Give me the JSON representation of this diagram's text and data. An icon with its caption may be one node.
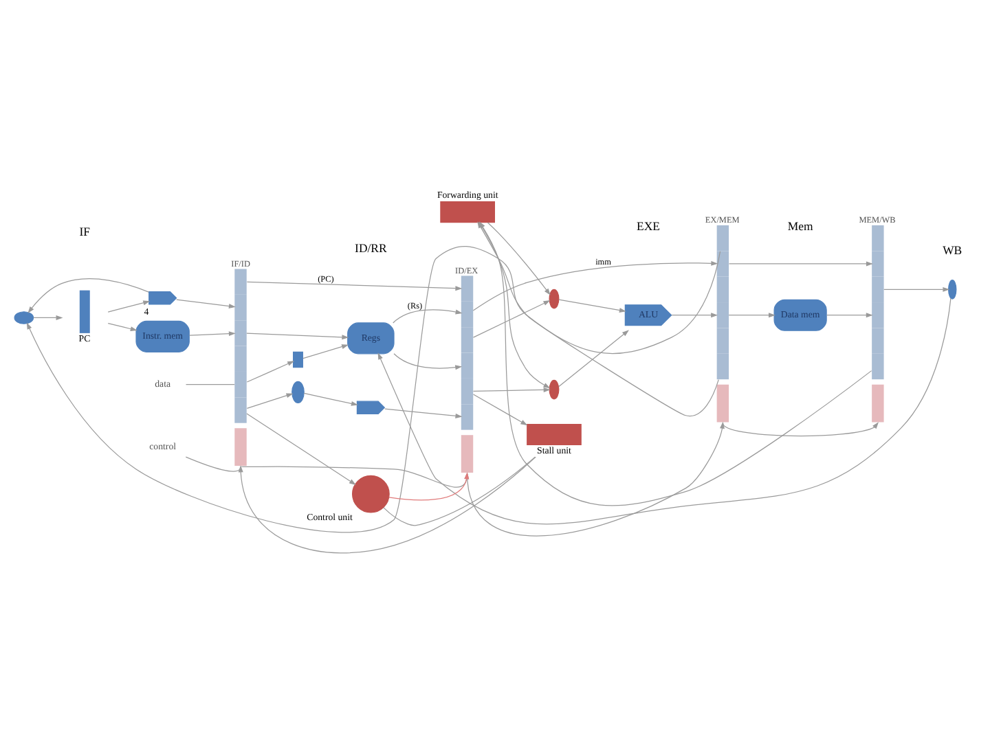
{
  "diagram": {
    "nodes": [
      {
        "text": [
          "IF/ID"
        ]
      },
      {
        "text": [
          "ID/EX"
        ]
      },
      {
        "text": [
          "EX/MEM"
        ]
      },
      {
        "text": [
          "MEM/WB"
        ]
      },
      {
        "text": [],
        "shape": "ellipse"
      },
      {
        "text": [],
        "shape": "pentagon",
        "beside": [
          "4"
        ]
      },
      {
        "text": [
          "PC"
        ]
      },
      {
        "text": [
          "Instr. mem"
        ]
      },
      {
        "text": [
          "Regs"
        ]
      },
      {
        "text": [],
        "shape": "box"
      },
      {
        "text": [],
        "shape": "ellipse"
      },
      {
        "text": [],
        "shape": "ellipse"
      },
      {
        "text": [
          "ALU"
        ]
      },
      {
        "text": [],
        "shape": "ellipse"
      },
      {
        "text": [],
        "shape": "pentagon"
      },
      {
        "text": [
          "Data mem"
        ]
      },
      {
        "text": [],
        "shape": "ellipse"
      },
      {
        "text": [
          "Forwarding unit"
        ]
      },
      {
        "text": [
          "Stall unit"
        ]
      },
      {
        "text": [
          "Control unit"
        ]
      },
      {
        "text": [
          "data"
        ]
      },
      {
        "text": [
          "control"
        ]
      }
    ],
    "edges": [
      {
        "from": 4,
        "to": 6,
        "arrow": "to"
      },
      {
        "from": 6,
        "to": 7,
        "arrow": "to"
      },
      {
        "from": 6,
        "to": 5,
        "arrow": "to"
      },
      {
        "from": 5,
        "to": 4,
        "arrow": "to"
      },
      {
        "from": 5,
        "to": 0,
        "arrow": "to"
      },
      {
        "from": 7,
        "to": 0,
        "arrow": "to"
      },
      {
        "from": 0,
        "to": 8,
        "arrow": "to"
      },
      {
        "from": 0,
        "to": 1,
        "arrow": "to",
        "label": "(PC)"
      },
      {
        "from": 8,
        "to": 1,
        "arrow": "to",
        "label": "(Rs)"
      },
      {
        "from": 8,
        "to": 1,
        "arrow": "to"
      },
      {
        "from": 0,
        "to": 9,
        "arrow": "to"
      },
      {
        "from": 9,
        "to": 8,
        "arrow": "to"
      },
      {
        "from": 0,
        "to": 13,
        "arrow": "to"
      },
      {
        "from": 13,
        "to": 14,
        "arrow": "to"
      },
      {
        "from": 14,
        "to": 1,
        "arrow": "to"
      },
      {
        "from": 1,
        "to": 10,
        "arrow": "to"
      },
      {
        "from": 1,
        "to": 11,
        "arrow": "to"
      },
      {
        "from": 10,
        "to": 12,
        "arrow": "to"
      },
      {
        "from": 11,
        "to": 12,
        "arrow": "to"
      },
      {
        "from": 1,
        "to": 2,
        "arrow": "to",
        "label": "imm"
      },
      {
        "from": 12,
        "to": 2,
        "arrow": "to"
      },
      {
        "from": 2,
        "to": 15,
        "arrow": "to"
      },
      {
        "from": 15,
        "to": 3,
        "arrow": "to"
      },
      {
        "from": 2,
        "to": 3,
        "arrow": "to"
      },
      {
        "from": 3,
        "to": 16,
        "arrow": "to"
      },
      {
        "from": 16,
        "to": 8,
        "arrow": "to"
      },
      {
        "from": 2,
        "to": 4,
        "arrow": "to"
      },
      {
        "from": 17,
        "to": 10,
        "arrow": "to"
      },
      {
        "from": 17,
        "to": 11,
        "arrow": "to"
      },
      {
        "from": 2,
        "to": 17,
        "arrow": "to"
      },
      {
        "from": 3,
        "to": 17,
        "arrow": "to"
      },
      {
        "from": 1,
        "to": 18,
        "arrow": "to"
      },
      {
        "from": 18,
        "to": 0,
        "arrow": "to"
      },
      {
        "from": 0,
        "to": 19,
        "arrow": "to"
      },
      {
        "from": 19,
        "to": 1,
        "arrow": "to",
        "color": "#e07b7b"
      },
      {
        "from": 19,
        "to": 18,
        "arrow": "none"
      },
      {
        "from": 0,
        "to": 1,
        "arrow": "to"
      },
      {
        "from": 1,
        "to": 2,
        "arrow": "to"
      },
      {
        "from": 2,
        "to": 3,
        "arrow": "to"
      },
      {
        "from": 20,
        "to": 0,
        "arrow": "none"
      },
      {
        "from": 21,
        "to": 0,
        "arrow": "none"
      }
    ],
    "labels": [
      "IF",
      "ID/RR",
      "EXE",
      "Mem",
      "WB"
    ]
  }
}
